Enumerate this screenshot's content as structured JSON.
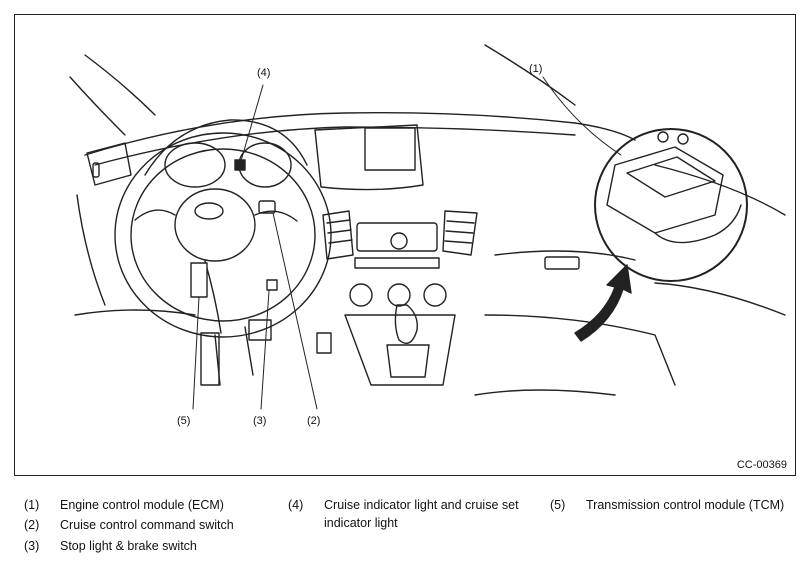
{
  "figure": {
    "code": "CC-00369",
    "callouts": [
      "(1)",
      "(2)",
      "(3)",
      "(4)",
      "(5)"
    ]
  },
  "legend": [
    {
      "num": "(1)",
      "text": "Engine control module (ECM)"
    },
    {
      "num": "(2)",
      "text": "Cruise control command switch"
    },
    {
      "num": "(3)",
      "text": "Stop light & brake switch"
    },
    {
      "num": "(4)",
      "text": "Cruise indicator light and cruise set indicator light"
    },
    {
      "num": "(5)",
      "text": "Transmission control module (TCM)"
    }
  ]
}
